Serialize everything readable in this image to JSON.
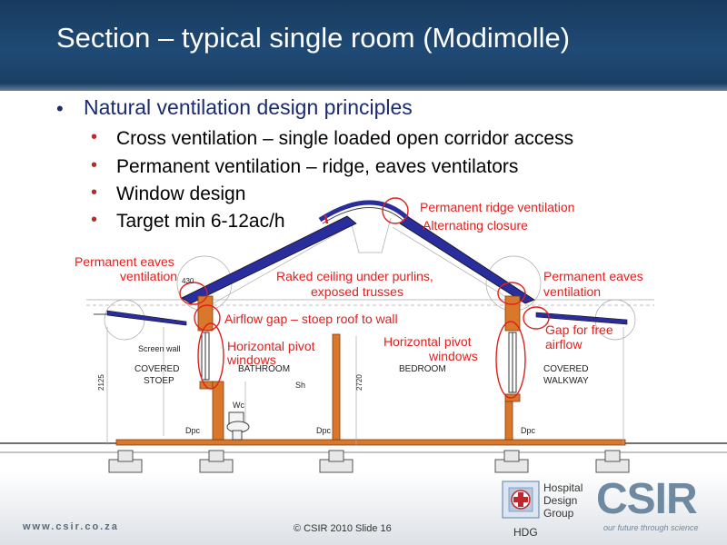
{
  "slide": {
    "title": "Section – typical single room (Modimolle)"
  },
  "bullets": {
    "main": "Natural ventilation design principles",
    "sub": [
      "Cross ventilation – single loaded open corridor access",
      "Permanent ventilation – ridge, eaves ventilators",
      "Window design",
      "Target min 6-12ac/h"
    ]
  },
  "annotations": {
    "ridge_1": "Permanent ridge ventilation",
    "ridge_2": "Alternating closure",
    "eaves_left_1": "Permanent eaves",
    "eaves_left_2": "ventilation",
    "raked_1": "Raked ceiling under purlins,",
    "raked_2": "exposed trusses",
    "eaves_right_1": "Permanent eaves",
    "eaves_right_2": "ventilation",
    "airflow_gap": "Airflow gap – stoep roof to wall",
    "hpivot_left_1": "Horizontal pivot",
    "hpivot_left_2": "windows",
    "hpivot_right_1": "Horizontal pivot",
    "hpivot_right_2": "windows",
    "gap_free_1": "Gap for free",
    "gap_free_2": "airflow"
  },
  "drawing_labels": {
    "screen_wall": "Screen wall",
    "covered_stoep_1": "COVERED",
    "covered_stoep_2": "STOEP",
    "bathroom": "BATHROOM",
    "bedroom": "BEDROOM",
    "covered_walkway_1": "COVERED",
    "covered_walkway_2": "WALKWAY",
    "wc": "Wc",
    "sh": "Sh",
    "dpc_1": "Dpc",
    "dpc_2": "Dpc",
    "dpc_3": "Dpc",
    "dim_2125": "2125",
    "dim_2720": "2720",
    "dim_430": "430"
  },
  "footer": {
    "url": "www.csir.co.za",
    "copyright": "© CSIR  2010  Slide 16",
    "hdg_line1": "Hospital",
    "hdg_line2": "Design",
    "hdg_line3": "Group",
    "hdg_abbr": "HDG",
    "csir_logo": "CSIR",
    "tagline": "our future through science"
  },
  "colors": {
    "header": "#1f4a75",
    "annotation_red": "#e0201e",
    "roof_blue": "#2a2d9c",
    "wall_orange": "#d9782b",
    "bullet_red": "#c0282d"
  }
}
